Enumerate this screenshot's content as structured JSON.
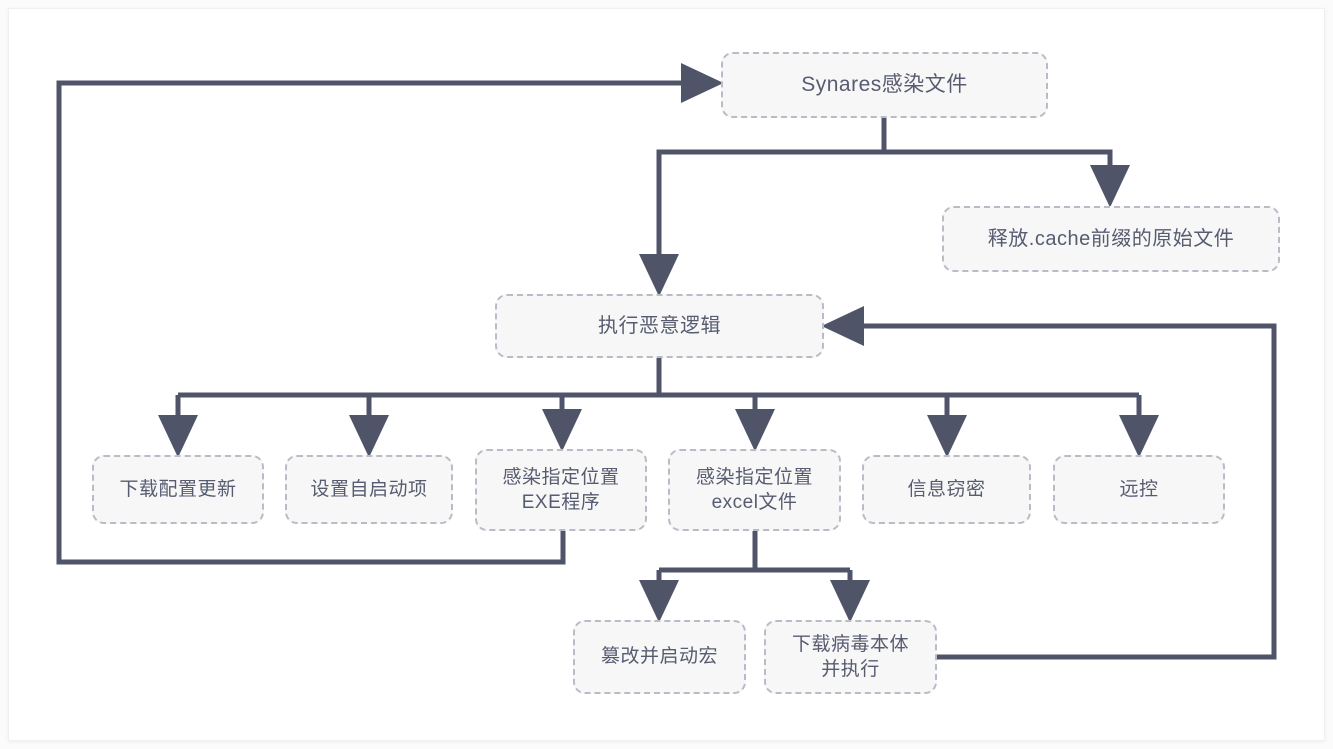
{
  "diagram": {
    "type": "flowchart",
    "title_visible": false,
    "style": {
      "edge_color": "#4f5468",
      "node_fill": "#f7f7f7",
      "node_border": "#b9bcc6",
      "text_color": "#575c70",
      "background": "#ffffff"
    },
    "nodes": {
      "root": {
        "id": "root",
        "label": "Synares感染文件"
      },
      "cache": {
        "id": "cache",
        "label": "释放.cache前缀的原始文件"
      },
      "exec": {
        "id": "exec",
        "label": "执行恶意逻辑"
      },
      "cfg": {
        "id": "cfg",
        "label": "下载配置更新"
      },
      "autorun": {
        "id": "autorun",
        "label": "设置自启动项"
      },
      "exe": {
        "id": "exe",
        "label": "感染指定位置\nEXE程序"
      },
      "excel": {
        "id": "excel",
        "label": "感染指定位置\nexcel文件"
      },
      "steal": {
        "id": "steal",
        "label": "信息窃密"
      },
      "rat": {
        "id": "rat",
        "label": "远控"
      },
      "macro": {
        "id": "macro",
        "label": "篡改并启动宏"
      },
      "payload": {
        "id": "payload",
        "label": "下载病毒本体\n并执行"
      }
    },
    "edges": [
      {
        "from": "root",
        "to": "cache",
        "arrow": true,
        "label": ""
      },
      {
        "from": "root",
        "to": "exec",
        "arrow": true,
        "label": ""
      },
      {
        "from": "exec",
        "to": "cfg",
        "arrow": true,
        "label": ""
      },
      {
        "from": "exec",
        "to": "autorun",
        "arrow": true,
        "label": ""
      },
      {
        "from": "exec",
        "to": "exe",
        "arrow": true,
        "label": ""
      },
      {
        "from": "exec",
        "to": "excel",
        "arrow": true,
        "label": ""
      },
      {
        "from": "exec",
        "to": "steal",
        "arrow": true,
        "label": ""
      },
      {
        "from": "exec",
        "to": "rat",
        "arrow": true,
        "label": ""
      },
      {
        "from": "excel",
        "to": "macro",
        "arrow": true,
        "label": ""
      },
      {
        "from": "excel",
        "to": "payload",
        "arrow": true,
        "label": ""
      },
      {
        "from": "exe",
        "to": "root",
        "arrow": true,
        "label": ""
      },
      {
        "from": "payload",
        "to": "exec",
        "arrow": true,
        "label": ""
      }
    ]
  }
}
